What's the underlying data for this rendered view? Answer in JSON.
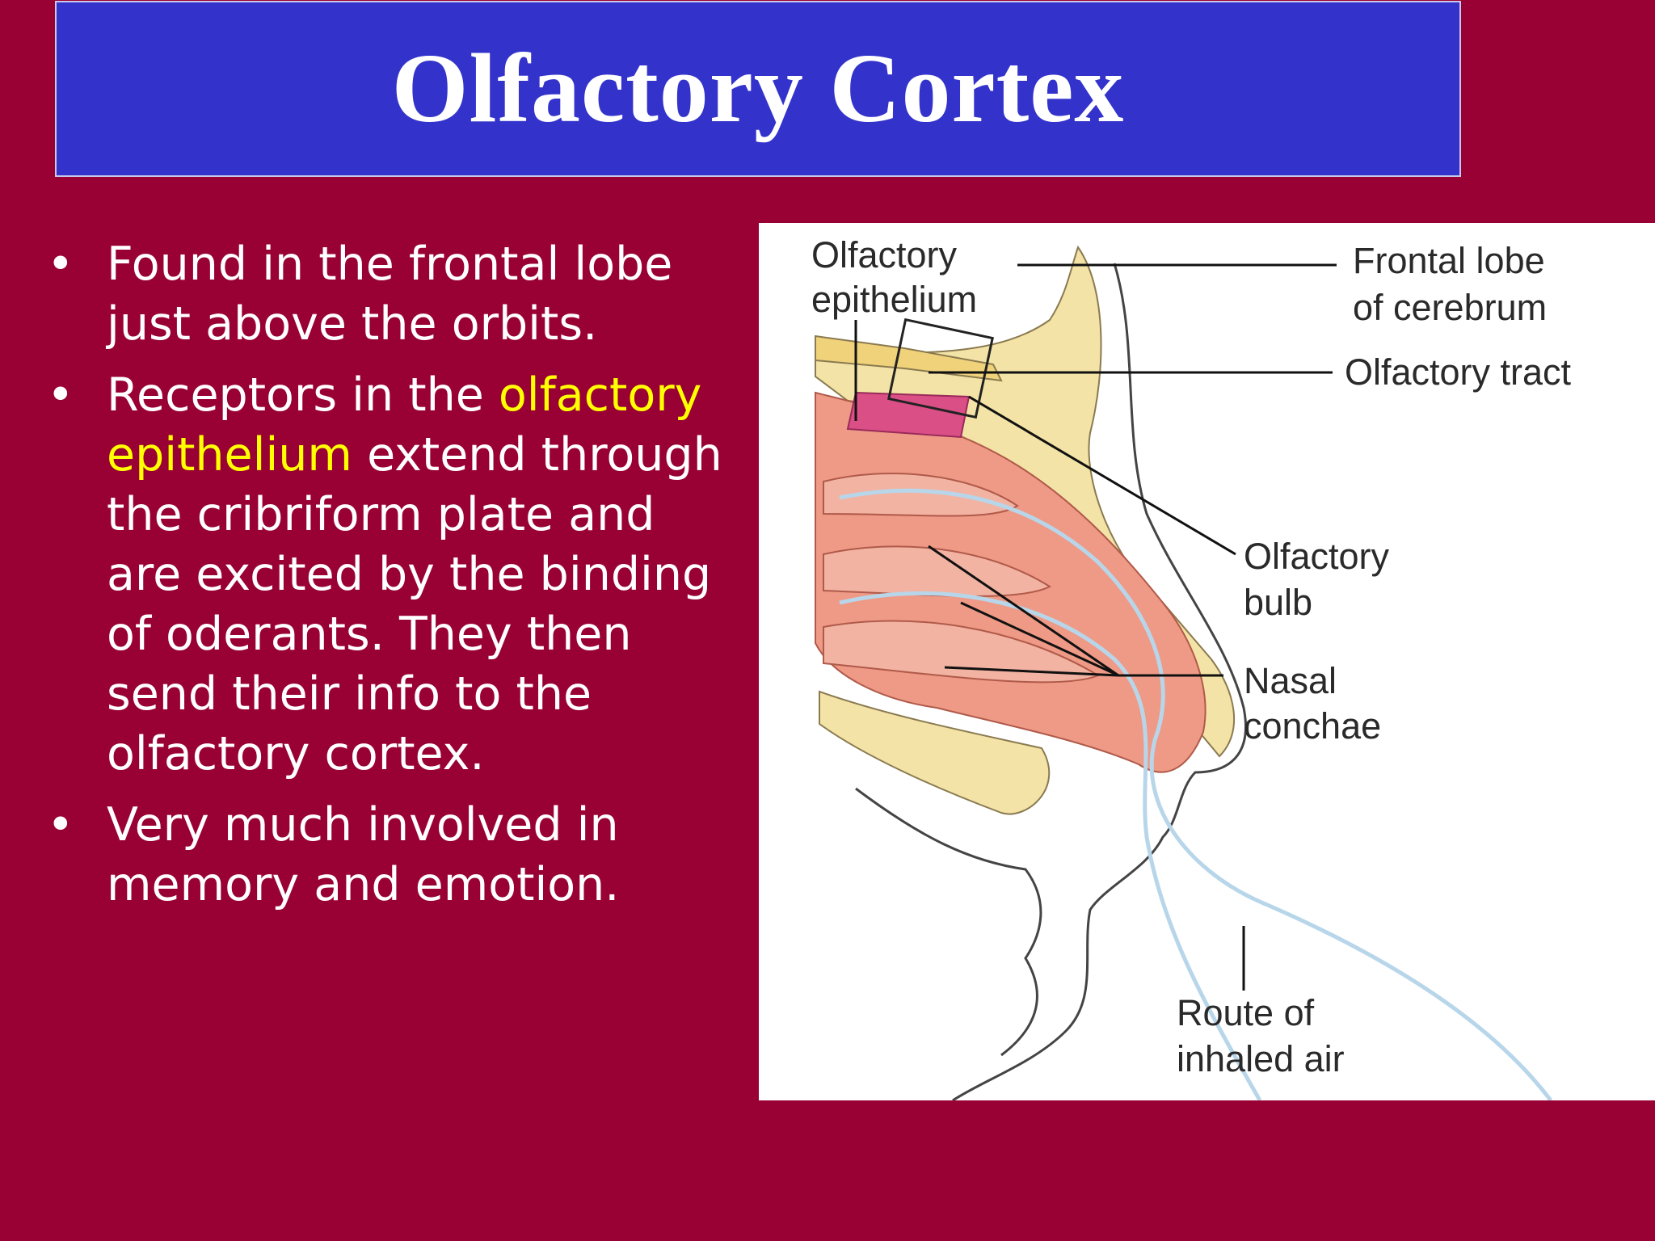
{
  "title": "Olfactory Cortex",
  "bullets": [
    {
      "text": "Found in the frontal lobe just above the orbits."
    },
    {
      "pre": "Receptors in the ",
      "highlight": "olfactory epithelium",
      "post": " extend through the cribriform plate and are excited by the binding of oderants.  They then send their info to the olfactory cortex."
    },
    {
      "text": "Very much involved in memory and emotion."
    }
  ],
  "figure": {
    "labels": {
      "olfactory_epithelium": [
        "Olfactory",
        "epithelium"
      ],
      "frontal_lobe": [
        "Frontal lobe",
        "of cerebrum"
      ],
      "olfactory_tract": [
        "Olfactory tract"
      ],
      "olfactory_bulb": [
        "Olfactory",
        "bulb"
      ],
      "nasal_conchae": [
        "Nasal",
        "conchae"
      ],
      "route_of_air": [
        "Route of",
        "inhaled air"
      ]
    }
  },
  "colors": {
    "background": "#990033",
    "title_bar": "#3333cc",
    "highlight": "#ffff00",
    "bone": "#f3e3a6",
    "mucosa": "#ee9a86",
    "epithelium": "#d94f86",
    "airflow": "#b8d6ea"
  }
}
